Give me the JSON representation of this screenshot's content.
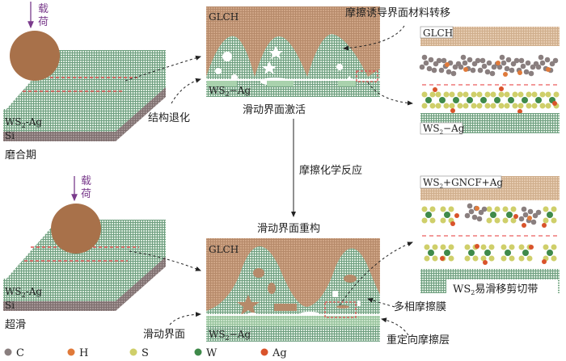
{
  "stages": {
    "running_in": "磨合期",
    "superlubric": "超滑"
  },
  "load_label_top": "载",
  "load_label_bottom": "荷",
  "film_label": "WS2-Ag",
  "film_label_main": "WS",
  "film_label_sub": "2",
  "film_label_rest": "-Ag",
  "substrate_label": "Si",
  "counterface_label": "GLCH",
  "top_panel": {
    "caption": "滑动界面激活",
    "transfer_label": "摩擦诱导界面材料转移",
    "degradation_label": "结构退化",
    "detail_top_label": "GLCH",
    "detail_bottom_main": "WS",
    "detail_bottom_sub": "2",
    "detail_bottom_rest": "−Ag"
  },
  "reaction_label": "摩擦化学反应",
  "bottom_panel": {
    "caption": "滑动界面重构",
    "multiphase_label": "多相摩擦膜",
    "interface_label": "滑动界面",
    "reoriented_label": "重定向摩擦层",
    "detail_top_main": "WS",
    "detail_top_sub": "2",
    "detail_top_rest": "+GNCF+Ag",
    "shear_main": "WS",
    "shear_sub": "2",
    "shear_rest": "易滑移剪切带"
  },
  "legend": [
    {
      "symbol": "C",
      "color": "#8a7f7f"
    },
    {
      "symbol": "H",
      "color": "#e07a3a"
    },
    {
      "symbol": "S",
      "color": "#cfcf6a"
    },
    {
      "symbol": "W",
      "color": "#3f8a4a"
    },
    {
      "symbol": "Ag",
      "color": "#d9532b"
    }
  ],
  "colors": {
    "ball": "#a8714a",
    "glch": "#c49a7a",
    "film": "#6f9f80",
    "film_light": "#a9d2ad",
    "substrate": "#8a7a7a",
    "load_arrow": "#7a3b8c",
    "dashed_red": "#e05050"
  }
}
